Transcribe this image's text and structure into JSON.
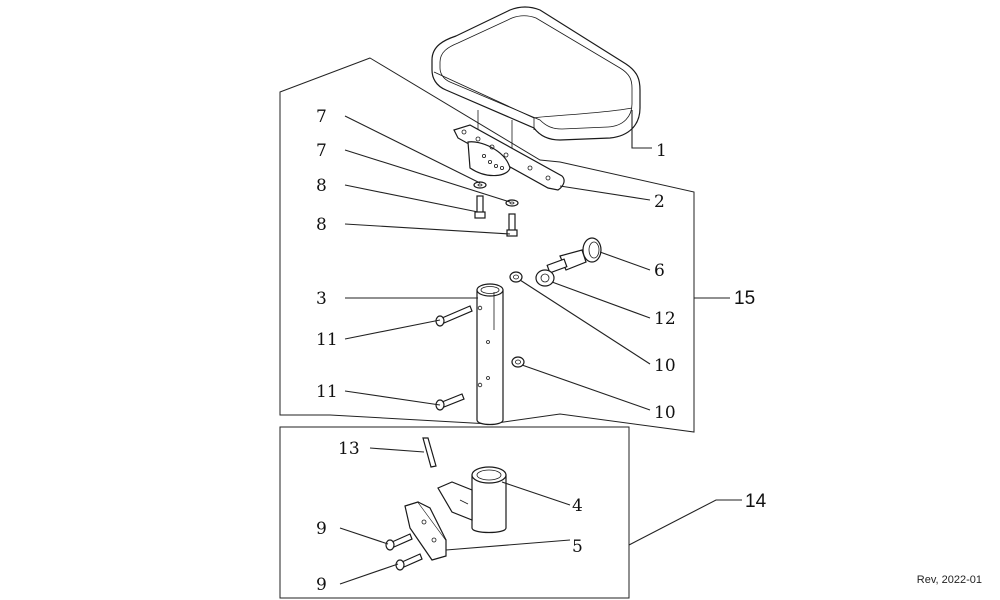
{
  "revision": "Rev, 2022-01",
  "callouts": {
    "c1": "1",
    "c2": "2",
    "c3": "3",
    "c4": "4",
    "c5": "5",
    "c6": "6",
    "c7a": "7",
    "c7b": "7",
    "c8a": "8",
    "c8b": "8",
    "c9a": "9",
    "c9b": "9",
    "c10a": "10",
    "c10b": "10",
    "c11a": "11",
    "c11b": "11",
    "c12": "12",
    "c13": "13"
  },
  "groups": {
    "upper_assembly": "15",
    "lower_assembly": "14"
  }
}
